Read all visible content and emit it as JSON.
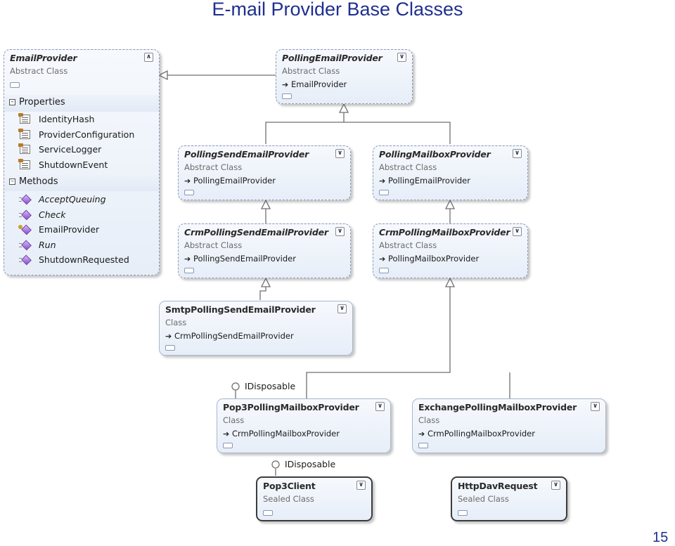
{
  "page": {
    "title": "E-mail Provider Base Classes",
    "page_number": "15"
  },
  "email_provider": {
    "name": "EmailProvider",
    "kind": "Abstract Class",
    "properties_label": "Properties",
    "methods_label": "Methods",
    "properties": [
      "IdentityHash",
      "ProviderConfiguration",
      "ServiceLogger",
      "ShutdownEvent"
    ],
    "methods": [
      "AcceptQueuing",
      "Check",
      "EmailProvider",
      "Run",
      "ShutdownRequested"
    ]
  },
  "classes": [
    {
      "id": "polling-email-provider",
      "name": "PollingEmailProvider",
      "kind": "Abstract Class",
      "base": "EmailProvider"
    },
    {
      "id": "polling-send-email-provider",
      "name": "PollingSendEmailProvider",
      "kind": "Abstract Class",
      "base": "PollingEmailProvider"
    },
    {
      "id": "polling-mailbox-provider",
      "name": "PollingMailboxProvider",
      "kind": "Abstract Class",
      "base": "PollingEmailProvider"
    },
    {
      "id": "crm-polling-send-email-provider",
      "name": "CrmPollingSendEmailProvider",
      "kind": "Abstract Class",
      "base": "PollingSendEmailProvider"
    },
    {
      "id": "crm-polling-mailbox-provider",
      "name": "CrmPollingMailboxProvider",
      "kind": "Abstract Class",
      "base": "PollingMailboxProvider"
    },
    {
      "id": "smtp-polling-send-email-provider",
      "name": "SmtpPollingSendEmailProvider",
      "kind": "Class",
      "base": "CrmPollingSendEmailProvider"
    },
    {
      "id": "pop3-polling-mailbox-provider",
      "name": "Pop3PollingMailboxProvider",
      "kind": "Class",
      "base": "CrmPollingMailboxProvider"
    },
    {
      "id": "exchange-polling-mailbox-provider",
      "name": "ExchangePollingMailboxProvider",
      "kind": "Class",
      "base": "CrmPollingMailboxProvider"
    },
    {
      "id": "pop3-client",
      "name": "Pop3Client",
      "kind": "Sealed Class"
    },
    {
      "id": "http-dav-request",
      "name": "HttpDavRequest",
      "kind": "Sealed Class"
    }
  ],
  "interfaces": [
    {
      "label": "IDisposable"
    },
    {
      "label": "IDisposable"
    }
  ]
}
